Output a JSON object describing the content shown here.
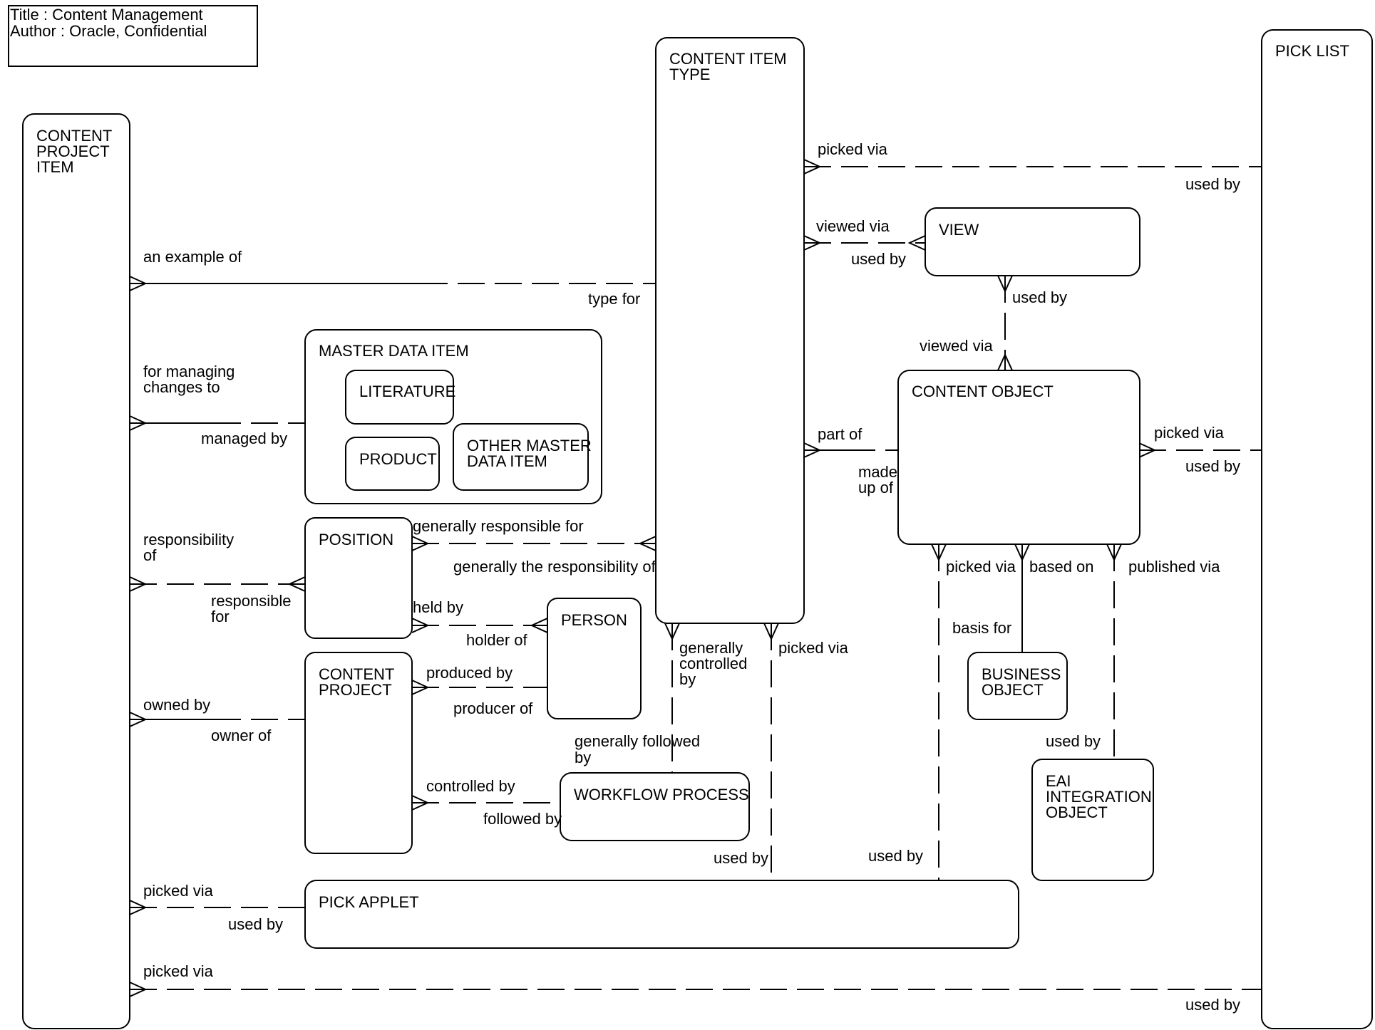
{
  "title_block": {
    "line1": "Title : Content Management",
    "line2": "Author : Oracle, Confidential"
  },
  "entities": {
    "content_project_item": [
      "CONTENT",
      "PROJECT",
      "ITEM"
    ],
    "content_item_type": [
      "CONTENT ITEM",
      "TYPE"
    ],
    "pick_list": [
      "PICK LIST"
    ],
    "view": [
      "VIEW"
    ],
    "master_data_item": [
      "MASTER DATA ITEM"
    ],
    "literature": [
      "LITERATURE"
    ],
    "product": [
      "PRODUCT"
    ],
    "other_master_data_item": [
      "OTHER MASTER",
      "DATA ITEM"
    ],
    "content_object": [
      "CONTENT OBJECT"
    ],
    "position": [
      "POSITION"
    ],
    "person": [
      "PERSON"
    ],
    "content_project": [
      "CONTENT",
      "PROJECT"
    ],
    "workflow_process": [
      "WORKFLOW PROCESS"
    ],
    "business_object": [
      "BUSINESS",
      "OBJECT"
    ],
    "eai_integration_object": [
      "EAI",
      "INTEGRATION",
      "OBJECT"
    ],
    "pick_applet": [
      "PICK APPLET"
    ]
  },
  "relationship_labels": {
    "picked_via_type": "picked via",
    "used_by_type_picklist": "used by",
    "viewed_via_type": "viewed via",
    "used_by_view_type": "used by",
    "used_by_view": "used by",
    "viewed_via_object": "viewed via",
    "an_example_of": "an example of",
    "type_for": "type for",
    "for_managing": [
      "for managing",
      "changes to"
    ],
    "managed_by": "managed by",
    "part_of": "part of",
    "made_up_of": [
      "made",
      "up of"
    ],
    "picked_via_object": "picked via",
    "used_by_object_picklist": "used by",
    "responsibility_of": [
      "responsibility",
      "of"
    ],
    "responsible_for": [
      "responsible",
      "for"
    ],
    "generally_responsible_for": "generally responsible for",
    "generally_the_responsibility_of": "generally the responsibility of",
    "held_by": "held by",
    "holder_of": "holder of",
    "generally_controlled_by": [
      "generally",
      "controlled",
      "by"
    ],
    "picked_via_type_applet": "picked via",
    "picked_via_object_applet": "picked via",
    "based_on": "based on",
    "published_via": "published via",
    "basis_for": "basis for",
    "owned_by": "owned by",
    "owner_of": "owner of",
    "produced_by": "produced by",
    "producer_of": "producer of",
    "generally_followed_by": [
      "generally followed",
      "by"
    ],
    "controlled_by": "controlled by",
    "followed_by": "followed by",
    "used_by_eai": "used by",
    "used_by_applet_type": "used by",
    "used_by_applet_object": "used by",
    "picked_via_item_applet": "picked via",
    "used_by_applet_item": "used by",
    "picked_via_item_picklist": "picked via",
    "used_by_picklist_item": "used by"
  }
}
